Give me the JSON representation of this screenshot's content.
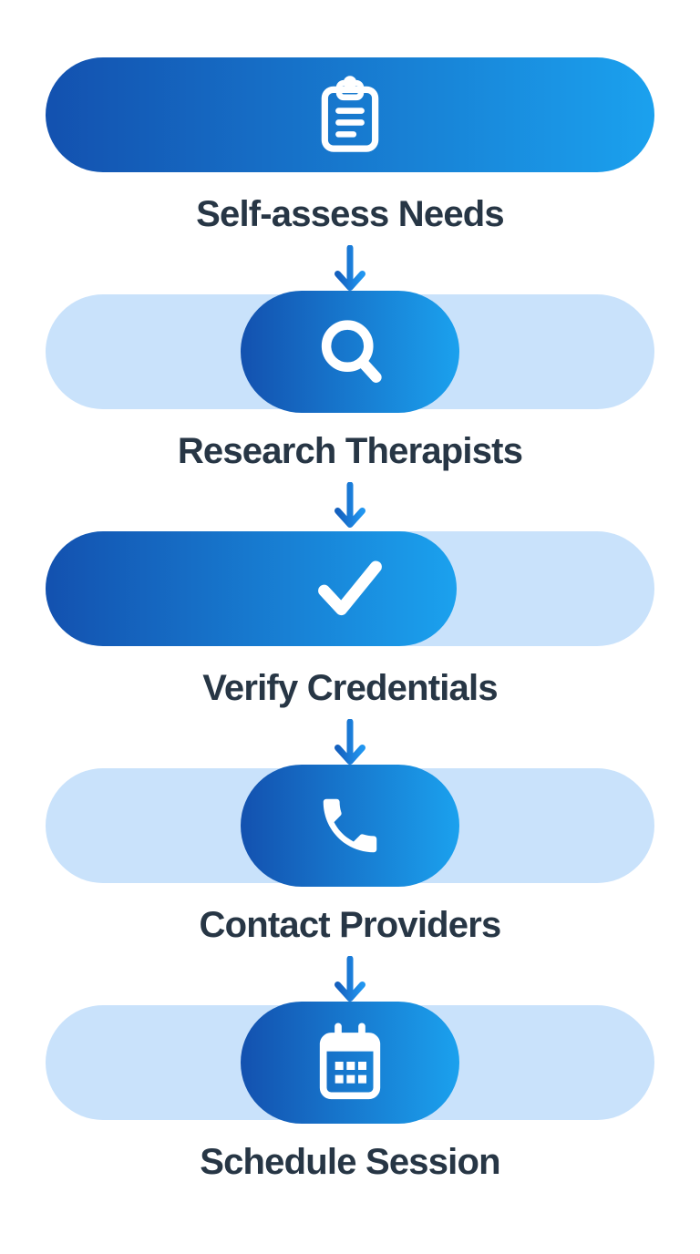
{
  "diagram": {
    "kind": "vertical-step-flow",
    "step_count": 5,
    "connector": {
      "type": "arrow-down",
      "count": 4
    }
  },
  "steps": [
    {
      "label": "Self-assess Needs",
      "icon": "clipboard-icon",
      "capsule_style": "full-gradient-pill"
    },
    {
      "label": "Research Therapists",
      "icon": "search-icon",
      "capsule_style": "center-pill-on-light-track"
    },
    {
      "label": "Verify Credentials",
      "icon": "check-icon",
      "capsule_style": "partial-gradient-fill-68-percent"
    },
    {
      "label": "Contact Providers",
      "icon": "phone-icon",
      "capsule_style": "center-pill-on-light-track"
    },
    {
      "label": "Schedule Session",
      "icon": "calendar-icon",
      "capsule_style": "center-pill-on-light-track"
    }
  ],
  "colors": {
    "pill_gradient_start": "#1351AF",
    "pill_gradient_end": "#1BA1EE",
    "track_light": "#C9E2FB",
    "label_text": "#273645",
    "arrow_blue": "#1B80DA",
    "icon_white": "#FFFFFF",
    "background": "#FFFFFF"
  }
}
